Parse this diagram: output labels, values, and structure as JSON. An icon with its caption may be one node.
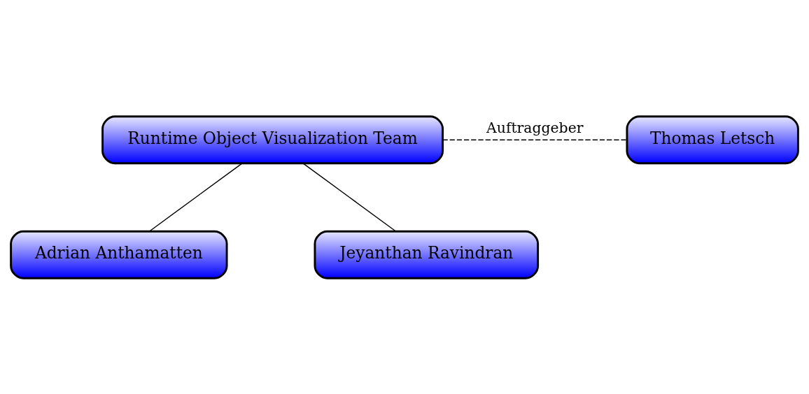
{
  "diagram": {
    "nodes": [
      {
        "text": [
          "Runtime Object Visualization Team"
        ]
      },
      {
        "text": [
          "Thomas Letsch"
        ]
      },
      {
        "text": [
          "Adrian Anthamatten"
        ]
      },
      {
        "text": [
          "Jeyanthan Ravindran"
        ]
      }
    ],
    "edges": [
      {
        "from": 0,
        "to": 1,
        "arrow": "none",
        "label": "Auftraggeber",
        "style": "dashed"
      },
      {
        "from": 0,
        "to": 2,
        "arrow": "none"
      },
      {
        "from": 0,
        "to": 3,
        "arrow": "none"
      }
    ]
  }
}
